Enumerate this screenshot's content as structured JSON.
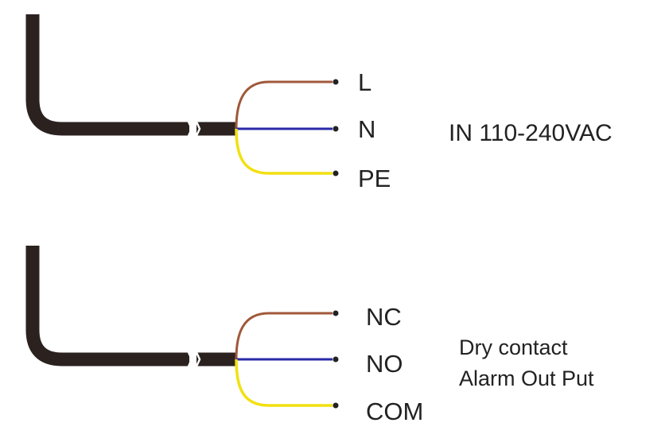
{
  "colors": {
    "cable": "#2b2220",
    "wire_brown": "#a0583a",
    "wire_blue": "#2a2aa8",
    "wire_yellow": "#f2e010",
    "text": "#222222",
    "background": "#ffffff"
  },
  "power_cable": {
    "wires": [
      {
        "label": "L",
        "color": "brown"
      },
      {
        "label": "N",
        "color": "blue"
      },
      {
        "label": "PE",
        "color": "yellow"
      }
    ],
    "description": "IN 110-240VAC"
  },
  "alarm_cable": {
    "wires": [
      {
        "label": "NC",
        "color": "brown"
      },
      {
        "label": "NO",
        "color": "blue"
      },
      {
        "label": "COM",
        "color": "yellow"
      }
    ],
    "description_lines": [
      "Dry contact",
      "Alarm Out Put"
    ]
  }
}
